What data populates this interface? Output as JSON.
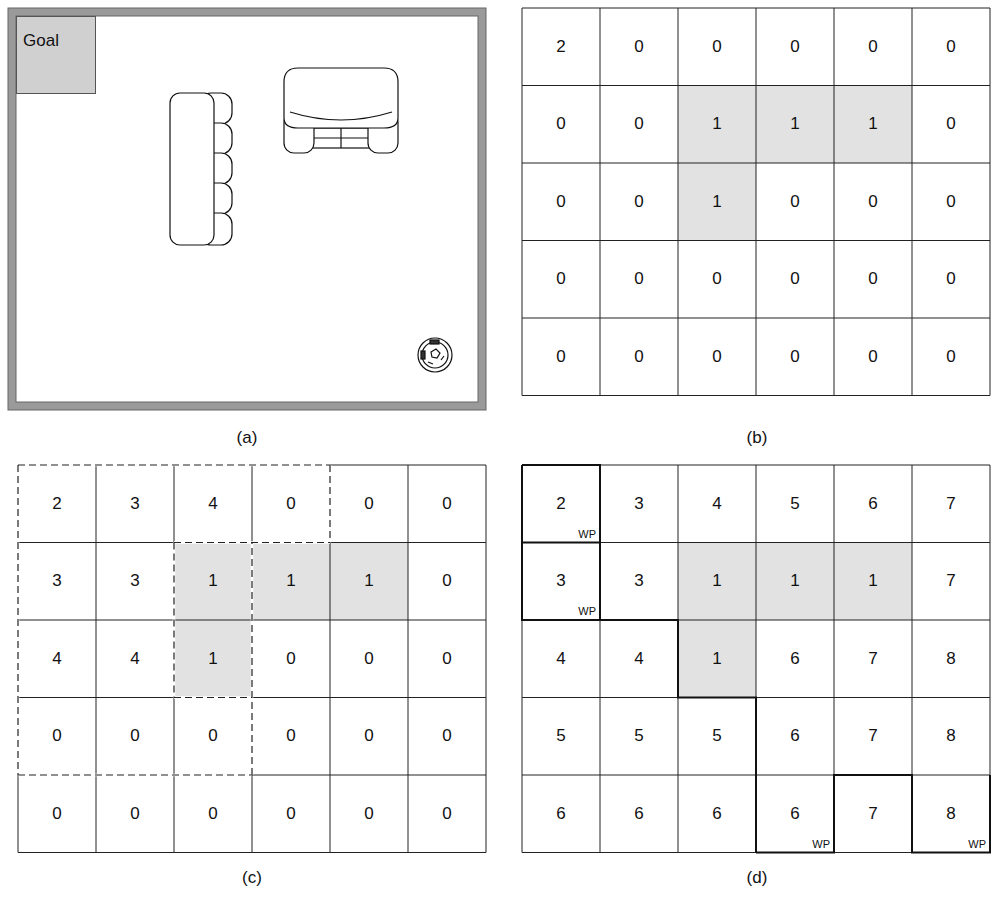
{
  "diagram": {
    "nodes": [
      {
        "text": [
          "Goal"
        ]
      }
    ],
    "labels": [
      "(a)",
      "(b)",
      "(c)",
      "(d)",
      "2",
      "0",
      "0",
      "0",
      "0",
      "0",
      "0",
      "0",
      "1",
      "1",
      "1",
      "0",
      "0",
      "0",
      "1",
      "0",
      "0",
      "0",
      "0",
      "0",
      "0",
      "0",
      "0",
      "0",
      "0",
      "0",
      "0",
      "0",
      "0",
      "0",
      "2",
      "3",
      "4",
      "0",
      "0",
      "0",
      "3",
      "3",
      "1",
      "1",
      "1",
      "0",
      "4",
      "4",
      "1",
      "0",
      "0",
      "0",
      "0",
      "0",
      "0",
      "0",
      "0",
      "0",
      "0",
      "0",
      "0",
      "0",
      "0",
      "0",
      "2",
      "3",
      "4",
      "5",
      "6",
      "7",
      "3",
      "3",
      "1",
      "1",
      "1",
      "7",
      "4",
      "4",
      "1",
      "6",
      "7",
      "8",
      "5",
      "5",
      "5",
      "6",
      "7",
      "8",
      "6",
      "6",
      "6",
      "6",
      "7",
      "8",
      "WP",
      "WP",
      "WP",
      "WP"
    ]
  }
}
